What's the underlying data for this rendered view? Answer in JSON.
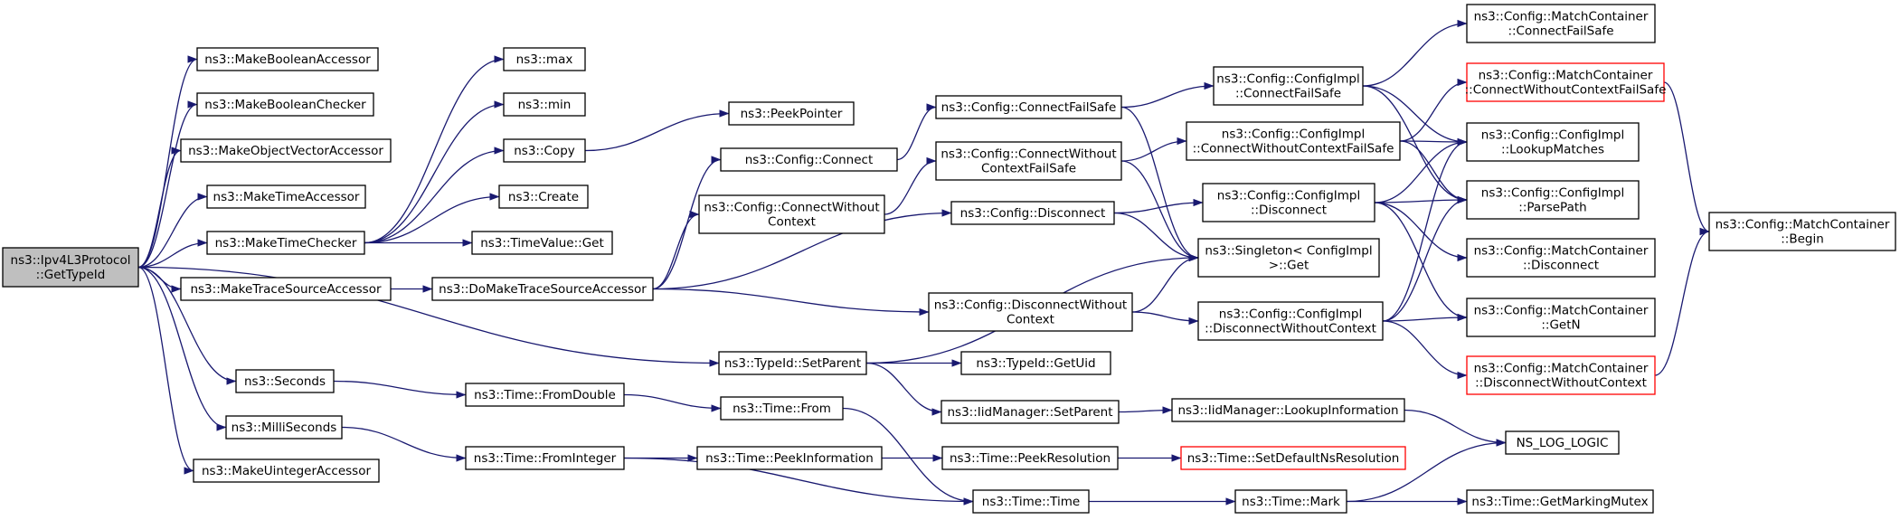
{
  "graph": {
    "nodes": [
      {
        "id": "root",
        "lines": [
          "ns3::Ipv4L3Protocol",
          "::GetTypeId"
        ],
        "style": "root"
      },
      {
        "id": "mba",
        "lines": [
          "ns3::MakeBooleanAccessor"
        ]
      },
      {
        "id": "mbc",
        "lines": [
          "ns3::MakeBooleanChecker"
        ]
      },
      {
        "id": "mova",
        "lines": [
          "ns3::MakeObjectVectorAccessor"
        ]
      },
      {
        "id": "mta",
        "lines": [
          "ns3::MakeTimeAccessor"
        ]
      },
      {
        "id": "mtc",
        "lines": [
          "ns3::MakeTimeChecker"
        ]
      },
      {
        "id": "mtsa",
        "lines": [
          "ns3::MakeTraceSourceAccessor"
        ]
      },
      {
        "id": "secs",
        "lines": [
          "ns3::Seconds"
        ]
      },
      {
        "id": "msecs",
        "lines": [
          "ns3::MilliSeconds"
        ]
      },
      {
        "id": "mua",
        "lines": [
          "ns3::MakeUintegerAccessor"
        ]
      },
      {
        "id": "max",
        "lines": [
          "ns3::max"
        ]
      },
      {
        "id": "min",
        "lines": [
          "ns3::min"
        ]
      },
      {
        "id": "copy",
        "lines": [
          "ns3::Copy"
        ]
      },
      {
        "id": "create",
        "lines": [
          "ns3::Create"
        ]
      },
      {
        "id": "tvget",
        "lines": [
          "ns3::TimeValue::Get"
        ]
      },
      {
        "id": "dmtsa",
        "lines": [
          "ns3::DoMakeTraceSourceAccessor"
        ]
      },
      {
        "id": "tfd",
        "lines": [
          "ns3::Time::FromDouble"
        ]
      },
      {
        "id": "tfi",
        "lines": [
          "ns3::Time::FromInteger"
        ]
      },
      {
        "id": "peekptr",
        "lines": [
          "ns3::PeekPointer"
        ]
      },
      {
        "id": "cconn",
        "lines": [
          "ns3::Config::Connect"
        ]
      },
      {
        "id": "ccwc",
        "lines": [
          "ns3::Config::ConnectWithout",
          "Context"
        ]
      },
      {
        "id": "tsp",
        "lines": [
          "ns3::TypeId::SetParent"
        ]
      },
      {
        "id": "tfrom",
        "lines": [
          "ns3::Time::From"
        ]
      },
      {
        "id": "tpi",
        "lines": [
          "ns3::Time::PeekInformation"
        ]
      },
      {
        "id": "ccfs",
        "lines": [
          "ns3::Config::ConnectFailSafe"
        ]
      },
      {
        "id": "ccwcfs",
        "lines": [
          "ns3::Config::ConnectWithout",
          "ContextFailSafe"
        ]
      },
      {
        "id": "cdisc",
        "lines": [
          "ns3::Config::Disconnect"
        ]
      },
      {
        "id": "cdwc",
        "lines": [
          "ns3::Config::DisconnectWithout",
          "Context"
        ]
      },
      {
        "id": "tgu",
        "lines": [
          "ns3::TypeId::GetUid"
        ]
      },
      {
        "id": "imsp",
        "lines": [
          "ns3::IidManager::SetParent"
        ]
      },
      {
        "id": "tpr",
        "lines": [
          "ns3::Time::PeekResolution"
        ]
      },
      {
        "id": "ttime",
        "lines": [
          "ns3::Time::Time"
        ]
      },
      {
        "id": "cicfs",
        "lines": [
          "ns3::Config::ConfigImpl",
          "::ConnectFailSafe"
        ]
      },
      {
        "id": "cicwcfs",
        "lines": [
          "ns3::Config::ConfigImpl",
          "::ConnectWithoutContextFailSafe"
        ]
      },
      {
        "id": "cidisc",
        "lines": [
          "ns3::Config::ConfigImpl",
          "::Disconnect"
        ]
      },
      {
        "id": "sget",
        "lines": [
          "ns3::Singleton< ConfigImpl",
          " >::Get"
        ]
      },
      {
        "id": "cidwc",
        "lines": [
          "ns3::Config::ConfigImpl",
          "::DisconnectWithoutContext"
        ]
      },
      {
        "id": "imli",
        "lines": [
          "ns3::IidManager::LookupInformation"
        ]
      },
      {
        "id": "tsdnr",
        "lines": [
          "ns3::Time::SetDefaultNsResolution"
        ],
        "style": "red"
      },
      {
        "id": "tmark",
        "lines": [
          "ns3::Time::Mark"
        ]
      },
      {
        "id": "mccfs",
        "lines": [
          "ns3::Config::MatchContainer",
          "::ConnectFailSafe"
        ]
      },
      {
        "id": "mccwcfs",
        "lines": [
          "ns3::Config::MatchContainer",
          "::ConnectWithoutContextFailSafe"
        ],
        "style": "red"
      },
      {
        "id": "cilm",
        "lines": [
          "ns3::Config::ConfigImpl",
          "::LookupMatches"
        ]
      },
      {
        "id": "cipp",
        "lines": [
          "ns3::Config::ConfigImpl",
          "::ParsePath"
        ]
      },
      {
        "id": "mcdisc",
        "lines": [
          "ns3::Config::MatchContainer",
          "::Disconnect"
        ]
      },
      {
        "id": "mcgetn",
        "lines": [
          "ns3::Config::MatchContainer",
          "::GetN"
        ]
      },
      {
        "id": "mcdwc",
        "lines": [
          "ns3::Config::MatchContainer",
          "::DisconnectWithoutContext"
        ],
        "style": "red"
      },
      {
        "id": "nslog",
        "lines": [
          "NS_LOG_LOGIC"
        ]
      },
      {
        "id": "tgmm",
        "lines": [
          "ns3::Time::GetMarkingMutex"
        ]
      },
      {
        "id": "mcbegin",
        "lines": [
          "ns3::Config::MatchContainer",
          "::Begin"
        ]
      }
    ],
    "edges": [
      [
        "root",
        "mba"
      ],
      [
        "root",
        "mbc"
      ],
      [
        "root",
        "mova"
      ],
      [
        "root",
        "mta"
      ],
      [
        "root",
        "mtc"
      ],
      [
        "root",
        "mtsa"
      ],
      [
        "root",
        "secs"
      ],
      [
        "root",
        "msecs"
      ],
      [
        "root",
        "mua"
      ],
      [
        "root",
        "tsp"
      ],
      [
        "mtc",
        "max"
      ],
      [
        "mtc",
        "min"
      ],
      [
        "mtc",
        "copy"
      ],
      [
        "mtc",
        "create"
      ],
      [
        "mtc",
        "tvget"
      ],
      [
        "copy",
        "peekptr"
      ],
      [
        "mtsa",
        "dmtsa"
      ],
      [
        "dmtsa",
        "cconn"
      ],
      [
        "dmtsa",
        "ccwc"
      ],
      [
        "dmtsa",
        "cdisc"
      ],
      [
        "dmtsa",
        "cdwc"
      ],
      [
        "secs",
        "tfd"
      ],
      [
        "msecs",
        "tfi"
      ],
      [
        "tfd",
        "tfrom"
      ],
      [
        "tfrom",
        "ttime"
      ],
      [
        "tfi",
        "tpi"
      ],
      [
        "tfi",
        "ttime"
      ],
      [
        "tpi",
        "tpr"
      ],
      [
        "tpr",
        "tsdnr"
      ],
      [
        "cconn",
        "ccfs"
      ],
      [
        "ccwc",
        "ccwcfs"
      ],
      [
        "tsp",
        "sget"
      ],
      [
        "tsp",
        "tgu"
      ],
      [
        "tsp",
        "imsp"
      ],
      [
        "imsp",
        "imli"
      ],
      [
        "imli",
        "nslog"
      ],
      [
        "ccfs",
        "cicfs"
      ],
      [
        "ccfs",
        "sget"
      ],
      [
        "ccwcfs",
        "cicwcfs"
      ],
      [
        "ccwcfs",
        "sget"
      ],
      [
        "cdisc",
        "cidisc"
      ],
      [
        "cdisc",
        "sget"
      ],
      [
        "cdwc",
        "sget"
      ],
      [
        "cdwc",
        "cidwc"
      ],
      [
        "cicfs",
        "mccfs"
      ],
      [
        "cicfs",
        "cilm"
      ],
      [
        "cicfs",
        "cipp"
      ],
      [
        "cicwcfs",
        "mccwcfs"
      ],
      [
        "cicwcfs",
        "cilm"
      ],
      [
        "cicwcfs",
        "cipp"
      ],
      [
        "cidisc",
        "cilm"
      ],
      [
        "cidisc",
        "cipp"
      ],
      [
        "cidisc",
        "mcdisc"
      ],
      [
        "cidisc",
        "mcgetn"
      ],
      [
        "cidwc",
        "cilm"
      ],
      [
        "cidwc",
        "cipp"
      ],
      [
        "cidwc",
        "mcgetn"
      ],
      [
        "cidwc",
        "mcdwc"
      ],
      [
        "ttime",
        "tmark"
      ],
      [
        "tmark",
        "nslog"
      ],
      [
        "tmark",
        "tgmm"
      ],
      [
        "mccwcfs",
        "mcbegin"
      ],
      [
        "mcdwc",
        "mcbegin"
      ]
    ]
  }
}
